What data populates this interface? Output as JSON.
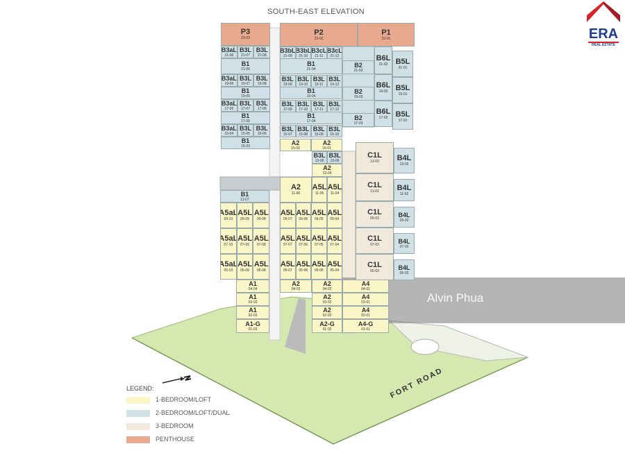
{
  "title": "SOUTH-EAST ELEVATION",
  "road_label": "FORT ROAD",
  "watermark": "Alvin Phua",
  "logo": {
    "brand": "ERA",
    "tagline": "REAL ESTATE"
  },
  "colors": {
    "1br": "#fbf6c8",
    "2br": "#cfe0e6",
    "3br": "#f1e9dc",
    "penthouse": "#e8a98e",
    "ground": "#d5e8b0"
  },
  "legend": {
    "title": "LEGEND:",
    "items": [
      {
        "label": "1-BEDROOM/LOFT",
        "type": "t1"
      },
      {
        "label": "2-BEDROOM/LOFT/DUAL",
        "type": "t2"
      },
      {
        "label": "3-BEDROOM",
        "type": "t3"
      },
      {
        "label": "PENTHOUSE",
        "type": "tp"
      }
    ]
  },
  "units": [
    {
      "label": "P3",
      "code": "23-03",
      "type": "tp"
    },
    {
      "label": "P2",
      "code": "23-02",
      "type": "tp"
    },
    {
      "label": "P1",
      "code": "23-01",
      "type": "tp"
    },
    {
      "label": "B3aL",
      "code": "21-06",
      "type": "t2"
    },
    {
      "label": "B3L",
      "code": "21-07",
      "type": "t2"
    },
    {
      "label": "B3L",
      "code": "21-08",
      "type": "t2"
    },
    {
      "label": "B1",
      "code": "21-05",
      "type": "t2"
    },
    {
      "label": "B3aL",
      "code": "19-06",
      "type": "t2"
    },
    {
      "label": "B3L",
      "code": "19-07",
      "type": "t2"
    },
    {
      "label": "B3L",
      "code": "19-08",
      "type": "t2"
    },
    {
      "label": "B1",
      "code": "19-05",
      "type": "t2"
    },
    {
      "label": "B3aL",
      "code": "17-06",
      "type": "t2"
    },
    {
      "label": "B3L",
      "code": "17-07",
      "type": "t2"
    },
    {
      "label": "B3L",
      "code": "17-08",
      "type": "t2"
    },
    {
      "label": "B1",
      "code": "17-05",
      "type": "t2"
    },
    {
      "label": "B3aL",
      "code": "15-04",
      "type": "t2"
    },
    {
      "label": "B3L",
      "code": "15-05",
      "type": "t2"
    },
    {
      "label": "B3L",
      "code": "15-06",
      "type": "t2"
    },
    {
      "label": "B1",
      "code": "15-03",
      "type": "t2"
    },
    {
      "label": "B3bL",
      "code": "21-09",
      "type": "t2"
    },
    {
      "label": "B3bL",
      "code": "21-10",
      "type": "t2"
    },
    {
      "label": "B3cL",
      "code": "21-11",
      "type": "t2"
    },
    {
      "label": "B3cL",
      "code": "21-12",
      "type": "t2"
    },
    {
      "label": "B1",
      "code": "21-04",
      "type": "t2"
    },
    {
      "label": "B3L",
      "code": "19-09",
      "type": "t2"
    },
    {
      "label": "B3L",
      "code": "19-10",
      "type": "t2"
    },
    {
      "label": "B3L",
      "code": "19-11",
      "type": "t2"
    },
    {
      "label": "B3L",
      "code": "19-12",
      "type": "t2"
    },
    {
      "label": "B1",
      "code": "19-04",
      "type": "t2"
    },
    {
      "label": "B3L",
      "code": "17-09",
      "type": "t2"
    },
    {
      "label": "B3L",
      "code": "17-10",
      "type": "t2"
    },
    {
      "label": "B3L",
      "code": "17-11",
      "type": "t2"
    },
    {
      "label": "B3L",
      "code": "17-12",
      "type": "t2"
    },
    {
      "label": "B1",
      "code": "17-04",
      "type": "t2"
    },
    {
      "label": "B3L",
      "code": "15-07",
      "type": "t2"
    },
    {
      "label": "B3L",
      "code": "15-08",
      "type": "t2"
    },
    {
      "label": "B3L",
      "code": "15-09",
      "type": "t2"
    },
    {
      "label": "B3L",
      "code": "15-10",
      "type": "t2"
    },
    {
      "label": "B6L",
      "code": "21-02",
      "type": "t2"
    },
    {
      "label": "B2",
      "code": "21-03",
      "type": "t2"
    },
    {
      "label": "B6L",
      "code": "19-02",
      "type": "t2"
    },
    {
      "label": "B2",
      "code": "19-03",
      "type": "t2"
    },
    {
      "label": "B6L",
      "code": "17-02",
      "type": "t2"
    },
    {
      "label": "B2",
      "code": "17-03",
      "type": "t2"
    },
    {
      "label": "B5L",
      "code": "21-01",
      "type": "t2"
    },
    {
      "label": "B5L",
      "code": "19-01",
      "type": "t2"
    },
    {
      "label": "B5L",
      "code": "17-01",
      "type": "t2"
    },
    {
      "label": "A2",
      "code": "15-02",
      "type": "t1"
    },
    {
      "label": "A2",
      "code": "15-01",
      "type": "t1"
    },
    {
      "label": "B3L",
      "code": "13-05",
      "type": "t2"
    },
    {
      "label": "B3L",
      "code": "13-06",
      "type": "t2"
    },
    {
      "label": "A2",
      "code": "13-04",
      "type": "t1"
    },
    {
      "label": "B1",
      "code": "11-07",
      "type": "t2"
    },
    {
      "label": "A2",
      "code": "11-06",
      "type": "t1"
    },
    {
      "label": "A5L",
      "code": "11-05",
      "type": "t1"
    },
    {
      "label": "A5L",
      "code": "11-04",
      "type": "t1"
    },
    {
      "label": "A5aL",
      "code": "09-10",
      "type": "t1"
    },
    {
      "label": "A5L",
      "code": "09-09",
      "type": "t1"
    },
    {
      "label": "A5L",
      "code": "09-08",
      "type": "t1"
    },
    {
      "label": "A5L",
      "code": "09-07",
      "type": "t1"
    },
    {
      "label": "A5L",
      "code": "09-06",
      "type": "t1"
    },
    {
      "label": "A5L",
      "code": "09-05",
      "type": "t1"
    },
    {
      "label": "A5L",
      "code": "09-04",
      "type": "t1"
    },
    {
      "label": "A5aL",
      "code": "07-10",
      "type": "t1"
    },
    {
      "label": "A5L",
      "code": "07-09",
      "type": "t1"
    },
    {
      "label": "A5L",
      "code": "07-08",
      "type": "t1"
    },
    {
      "label": "A5L",
      "code": "07-07",
      "type": "t1"
    },
    {
      "label": "A5L",
      "code": "07-06",
      "type": "t1"
    },
    {
      "label": "A5L",
      "code": "07-05",
      "type": "t1"
    },
    {
      "label": "A5L",
      "code": "07-04",
      "type": "t1"
    },
    {
      "label": "A5aL",
      "code": "05-10",
      "type": "t1"
    },
    {
      "label": "A5L",
      "code": "05-09",
      "type": "t1"
    },
    {
      "label": "A5L",
      "code": "05-08",
      "type": "t1"
    },
    {
      "label": "A5L",
      "code": "05-07",
      "type": "t1"
    },
    {
      "label": "A5L",
      "code": "05-06",
      "type": "t1"
    },
    {
      "label": "A5L",
      "code": "05-05",
      "type": "t1"
    },
    {
      "label": "A5L",
      "code": "05-04",
      "type": "t1"
    },
    {
      "label": "A1",
      "code": "04-04",
      "type": "t1"
    },
    {
      "label": "A1",
      "code": "03-03",
      "type": "t1"
    },
    {
      "label": "A1",
      "code": "02-03",
      "type": "t1"
    },
    {
      "label": "A1-G",
      "code": "01-03",
      "type": "t1"
    },
    {
      "label": "A2",
      "code": "04-03",
      "type": "t1"
    },
    {
      "label": "A2",
      "code": "04-02",
      "type": "t1"
    },
    {
      "label": "A2",
      "code": "03-02",
      "type": "t1"
    },
    {
      "label": "A2",
      "code": "02-02",
      "type": "t1"
    },
    {
      "label": "A2-G",
      "code": "01-02",
      "type": "t1"
    },
    {
      "label": "C1L",
      "code": "13-03",
      "type": "t3"
    },
    {
      "label": "C1L",
      "code": "11-03",
      "type": "t3"
    },
    {
      "label": "C1L",
      "code": "09-03",
      "type": "t3"
    },
    {
      "label": "C1L",
      "code": "07-03",
      "type": "t3"
    },
    {
      "label": "C1L",
      "code": "05-03",
      "type": "t3"
    },
    {
      "label": "B4L",
      "code": "13-02",
      "type": "t2"
    },
    {
      "label": "B4L",
      "code": "11-02",
      "type": "t2"
    },
    {
      "label": "B4L",
      "code": "09-02",
      "type": "t2"
    },
    {
      "label": "B4L",
      "code": "07-02",
      "type": "t2"
    },
    {
      "label": "B4L",
      "code": "05-02",
      "type": "t2"
    },
    {
      "label": "A4",
      "code": "04-01",
      "type": "t1"
    },
    {
      "label": "A4",
      "code": "03-01",
      "type": "t1"
    },
    {
      "label": "A4",
      "code": "02-01",
      "type": "t1"
    },
    {
      "label": "A4-G",
      "code": "01-01",
      "type": "t1"
    }
  ]
}
